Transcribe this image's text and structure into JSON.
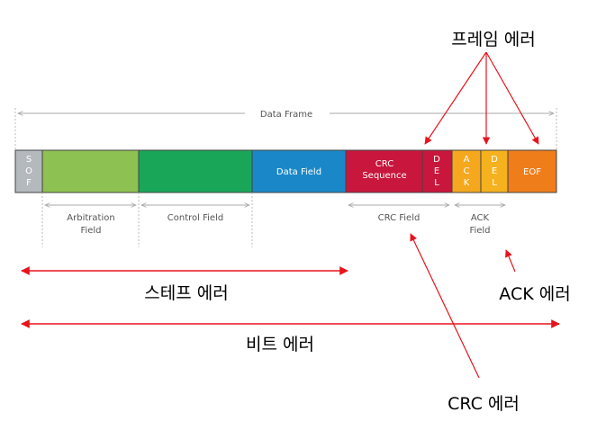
{
  "frame": {
    "title": "Data Frame",
    "segments": [
      {
        "id": "sof",
        "label": "S\nO\nF",
        "color": "#b4b9be",
        "vertical": true
      },
      {
        "id": "arbitration",
        "label": "",
        "color": "#8dc151",
        "vertical": false
      },
      {
        "id": "control",
        "label": "",
        "color": "#1aa659",
        "vertical": false
      },
      {
        "id": "data",
        "label": "Data Field",
        "color": "#1a88c8",
        "vertical": false
      },
      {
        "id": "crc-seq",
        "label": "CRC\nSequence",
        "color": "#c8163c",
        "vertical": false
      },
      {
        "id": "crc-del",
        "label": "D\nE\nL",
        "color": "#c8163c",
        "vertical": true
      },
      {
        "id": "ack",
        "label": "A\nC\nK",
        "color": "#f5a81e",
        "vertical": true
      },
      {
        "id": "ack-del",
        "label": "D\nE\nL",
        "color": "#f5b21e",
        "vertical": true
      },
      {
        "id": "eof",
        "label": "EOF",
        "color": "#ef7d1a",
        "vertical": false
      }
    ],
    "field_labels": [
      {
        "id": "arbitration-field",
        "text": "Arbitration\nField"
      },
      {
        "id": "control-field",
        "text": "Control Field"
      },
      {
        "id": "crc-field",
        "text": "CRC Field"
      },
      {
        "id": "ack-field",
        "text": "ACK\nField"
      }
    ]
  },
  "errors": {
    "frame_error": "프레임 에러",
    "stuff_error": "스테프 에러",
    "bit_error": "비트 에러",
    "ack_error": "ACK 에러",
    "crc_error": "CRC 에러"
  },
  "colors": {
    "arrow": "#e8141c",
    "dimension": "#aaaaaa"
  }
}
